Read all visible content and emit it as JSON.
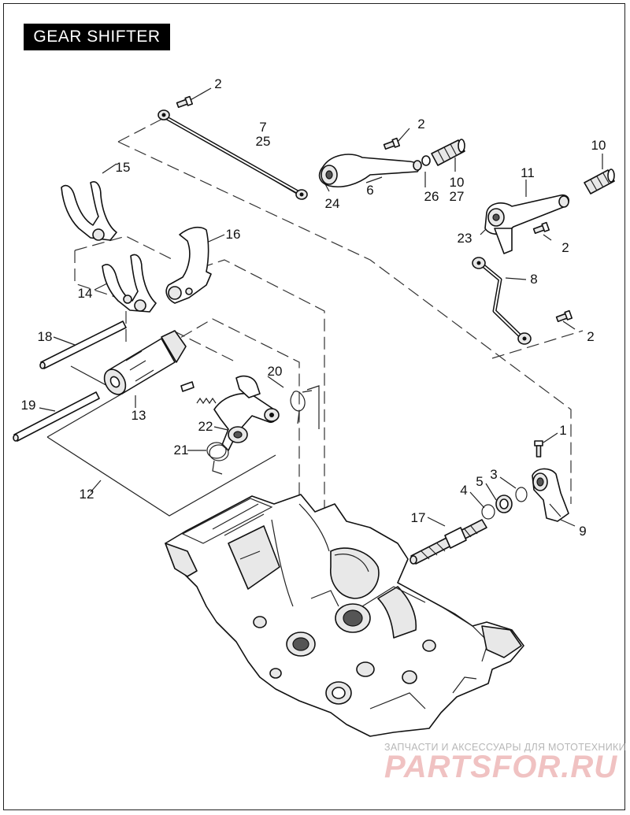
{
  "title": "GEAR SHIFTER",
  "callouts": [
    "2",
    "7",
    "25",
    "2",
    "15",
    "16",
    "6",
    "24",
    "26",
    "10",
    "27",
    "10",
    "11",
    "23",
    "2",
    "8",
    "14",
    "18",
    "2",
    "20",
    "13",
    "19",
    "22",
    "21",
    "12",
    "1",
    "3",
    "5",
    "4",
    "17",
    "9"
  ],
  "watermark": {
    "line1": "ЗАПЧАСТИ И АКСЕССУАРЫ ДЛЯ МОТОТЕХНИКИ",
    "line2": "PARTSFOR.RU"
  },
  "colors": {
    "ink": "#111111",
    "title_bg": "#000000",
    "title_fg": "#ffffff",
    "watermark_red": "#f0c2c2"
  }
}
